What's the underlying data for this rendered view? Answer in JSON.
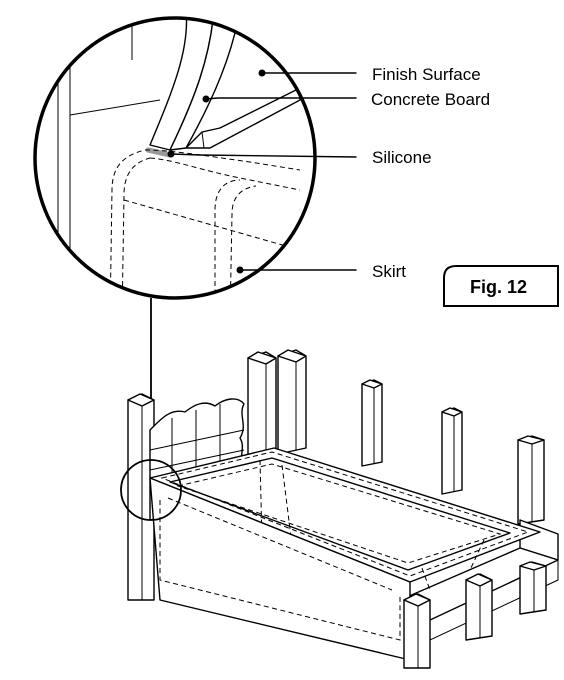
{
  "callouts": {
    "finish_surface": "Finish Surface",
    "concrete_board": "Concrete Board",
    "silicone": "Silicone",
    "skirt": "Skirt"
  },
  "figure": {
    "label": "Fig. 12"
  },
  "colors": {
    "line": "#000000",
    "background": "#ffffff",
    "silicone_bead": "#9a9a9a"
  }
}
